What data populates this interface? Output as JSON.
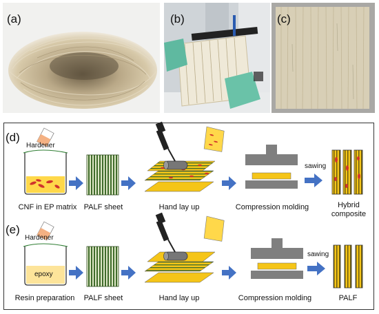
{
  "photos": {
    "a": {
      "label": "(a)"
    },
    "b": {
      "label": "(b)"
    },
    "c": {
      "label": "(c)"
    }
  },
  "row_d": {
    "label": "(d)",
    "hardener": "Hardener",
    "steps": [
      "CNF in EP matrix",
      "PALF sheet",
      "Hand lay up",
      "Compression  molding"
    ],
    "sawing": "sawing",
    "product": "Hybrid\ncomposite"
  },
  "row_e": {
    "label": "(e)",
    "hardener": "Hardener",
    "beaker_text": "epoxy",
    "steps": [
      "Resin preparation",
      "PALF sheet",
      "Hand lay up",
      "Compression  molding"
    ],
    "sawing": "sawing",
    "product": "PALF"
  },
  "colors": {
    "arrow": "#4472c4",
    "resin": "#f5c518",
    "fiber": "#3f6b2a",
    "mold": "#7f7f7f",
    "cnf": "#d0342c"
  }
}
